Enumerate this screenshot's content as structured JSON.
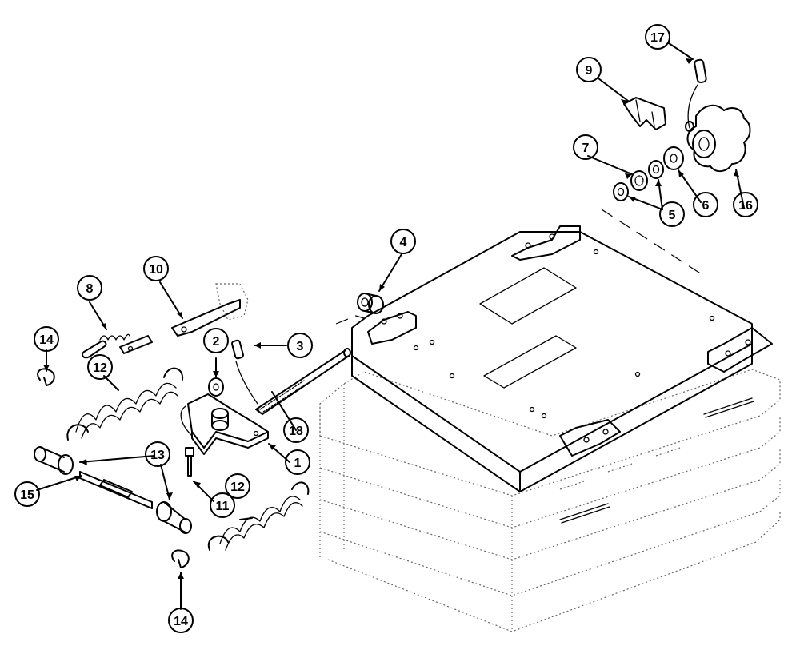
{
  "callouts": [
    {
      "id": "c1",
      "text": "1"
    },
    {
      "id": "c2",
      "text": "2"
    },
    {
      "id": "c3",
      "text": "3"
    },
    {
      "id": "c4",
      "text": "4"
    },
    {
      "id": "c5",
      "text": "5"
    },
    {
      "id": "c6",
      "text": "6"
    },
    {
      "id": "c7",
      "text": "7"
    },
    {
      "id": "c8",
      "text": "8"
    },
    {
      "id": "c9",
      "text": "9"
    },
    {
      "id": "c10",
      "text": "10"
    },
    {
      "id": "c11",
      "text": "11"
    },
    {
      "id": "c12a",
      "text": "12"
    },
    {
      "id": "c12b",
      "text": "12"
    },
    {
      "id": "c13",
      "text": "13"
    },
    {
      "id": "c14a",
      "text": "14"
    },
    {
      "id": "c14b",
      "text": "14"
    },
    {
      "id": "c15",
      "text": "15"
    },
    {
      "id": "c16",
      "text": "16"
    },
    {
      "id": "c17",
      "text": "17"
    },
    {
      "id": "c18",
      "text": "18"
    }
  ]
}
